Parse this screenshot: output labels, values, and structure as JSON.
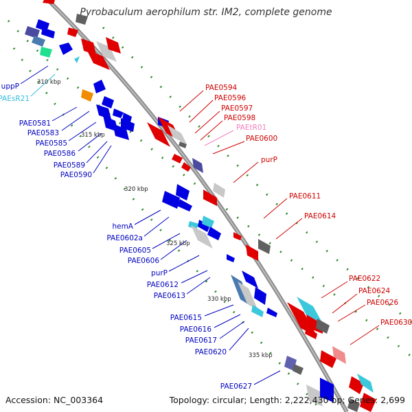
{
  "title": "Pyrobaculum aerophilum str. IM2, complete genome",
  "footer": {
    "accession": "Accession: NC_003364",
    "topology": "Topology: circular; Length: 2,222,430 bp; Genes: 2,699"
  },
  "colors": {
    "backbone": "#8c8c8c",
    "forward_gene": "#e00000",
    "reverse_gene": "#0000e0",
    "hypothetical": "#c8c8c8",
    "trna": "#ff9ed0",
    "ncrna": "#3cc8dc",
    "tick": "#2a8a2a"
  },
  "scale_labels": [
    "310 kbp",
    "315 kbp",
    "320 kbp",
    "325 kbp",
    "330 kbp",
    "335 kbp"
  ],
  "left_labels": [
    {
      "text": "uppP",
      "color": "#0000c0"
    },
    {
      "text": "PAEsR21",
      "color": "#33bbdd"
    },
    {
      "text": "PAE0581",
      "color": "#0000c0"
    },
    {
      "text": "PAE0583",
      "color": "#0000c0"
    },
    {
      "text": "PAE0585",
      "color": "#0000c0"
    },
    {
      "text": "PAE0586",
      "color": "#0000c0"
    },
    {
      "text": "PAE0589",
      "color": "#0000c0"
    },
    {
      "text": "PAE0590",
      "color": "#0000c0"
    },
    {
      "text": "hemA",
      "color": "#0000c0"
    },
    {
      "text": "PAE0602a",
      "color": "#0000c0"
    },
    {
      "text": "PAE0605",
      "color": "#0000c0"
    },
    {
      "text": "PAE0606",
      "color": "#0000c0"
    },
    {
      "text": "purP",
      "color": "#0000c0"
    },
    {
      "text": "PAE0612",
      "color": "#0000c0"
    },
    {
      "text": "PAE0613",
      "color": "#0000c0"
    },
    {
      "text": "PAE0615",
      "color": "#0000c0"
    },
    {
      "text": "PAE0616",
      "color": "#0000c0"
    },
    {
      "text": "PAE0617",
      "color": "#0000c0"
    },
    {
      "text": "PAE0620",
      "color": "#0000c0"
    },
    {
      "text": "PAE0627",
      "color": "#0000c0"
    }
  ],
  "right_labels": [
    {
      "text": "PAE0594",
      "color": "#d00000"
    },
    {
      "text": "PAE0596",
      "color": "#d00000"
    },
    {
      "text": "PAE0597",
      "color": "#d00000"
    },
    {
      "text": "PAE0598",
      "color": "#d00000"
    },
    {
      "text": "PAEtR01",
      "color": "#f080c0"
    },
    {
      "text": "PAE0600",
      "color": "#d00000"
    },
    {
      "text": "purP",
      "color": "#d00000"
    },
    {
      "text": "PAE0611",
      "color": "#d00000"
    },
    {
      "text": "PAE0614",
      "color": "#d00000"
    },
    {
      "text": "PAE0622",
      "color": "#d00000"
    },
    {
      "text": "PAE0624",
      "color": "#d00000"
    },
    {
      "text": "PAE0626",
      "color": "#d00000"
    },
    {
      "text": "PAE0630",
      "color": "#d00000"
    }
  ]
}
